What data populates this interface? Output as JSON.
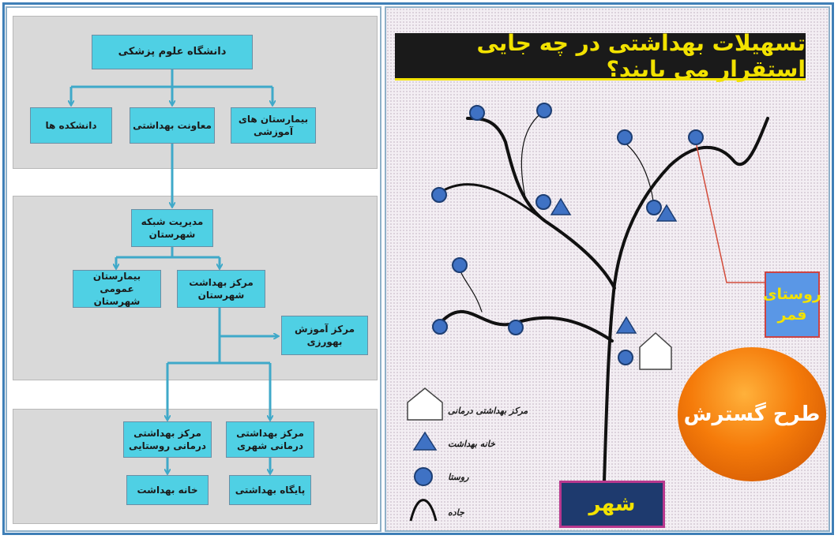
{
  "colors": {
    "box_fill": "#4fd0e4",
    "connector": "#3fa9c9",
    "band_fill": "#d9d9d9",
    "title_bg": "#1a1a1a",
    "title_text": "#f2e200",
    "node_fill": "#3f72c4",
    "village_box": "#5a97e6",
    "plan_circle": "#f57b0a",
    "city_box": "#1e3a6e",
    "city_border": "#b8388e"
  },
  "org_chart": {
    "university": "دانشگاه علوم پزشکی",
    "faculties": "دانشکده ها",
    "health_deputy": "معاونت بهداشتی",
    "teaching_hospitals": "بیمارستان های\nآموزشی",
    "district_network": "مدیریت شبکه\nشهرستان",
    "district_hospital": "بیمارستان عمومی\nشهرستان",
    "district_health_center": "مرکز بهداشت\nشهرستان",
    "behvarz_center": "مرکز آموزش\nبهورزی",
    "rural_center": "مرکز بهداشتی\nدرمانی روستایی",
    "urban_center": "مرکز بهداشتی\nدرمانی شهری",
    "health_house": "خانه بهداشت",
    "health_post": "پایگاه بهداشتی"
  },
  "map": {
    "title": "تسهیلات بهداشتی در چه جایی استقرار می یابند؟",
    "village_label": "روستای\nقمر",
    "plan_label": "طرح گسترش",
    "city_label": "شهر",
    "legend": {
      "center": "مرکز بهداشتی درمانی",
      "health_house": "خانه بهداشت",
      "village": "روستا",
      "road": "جاده"
    }
  }
}
